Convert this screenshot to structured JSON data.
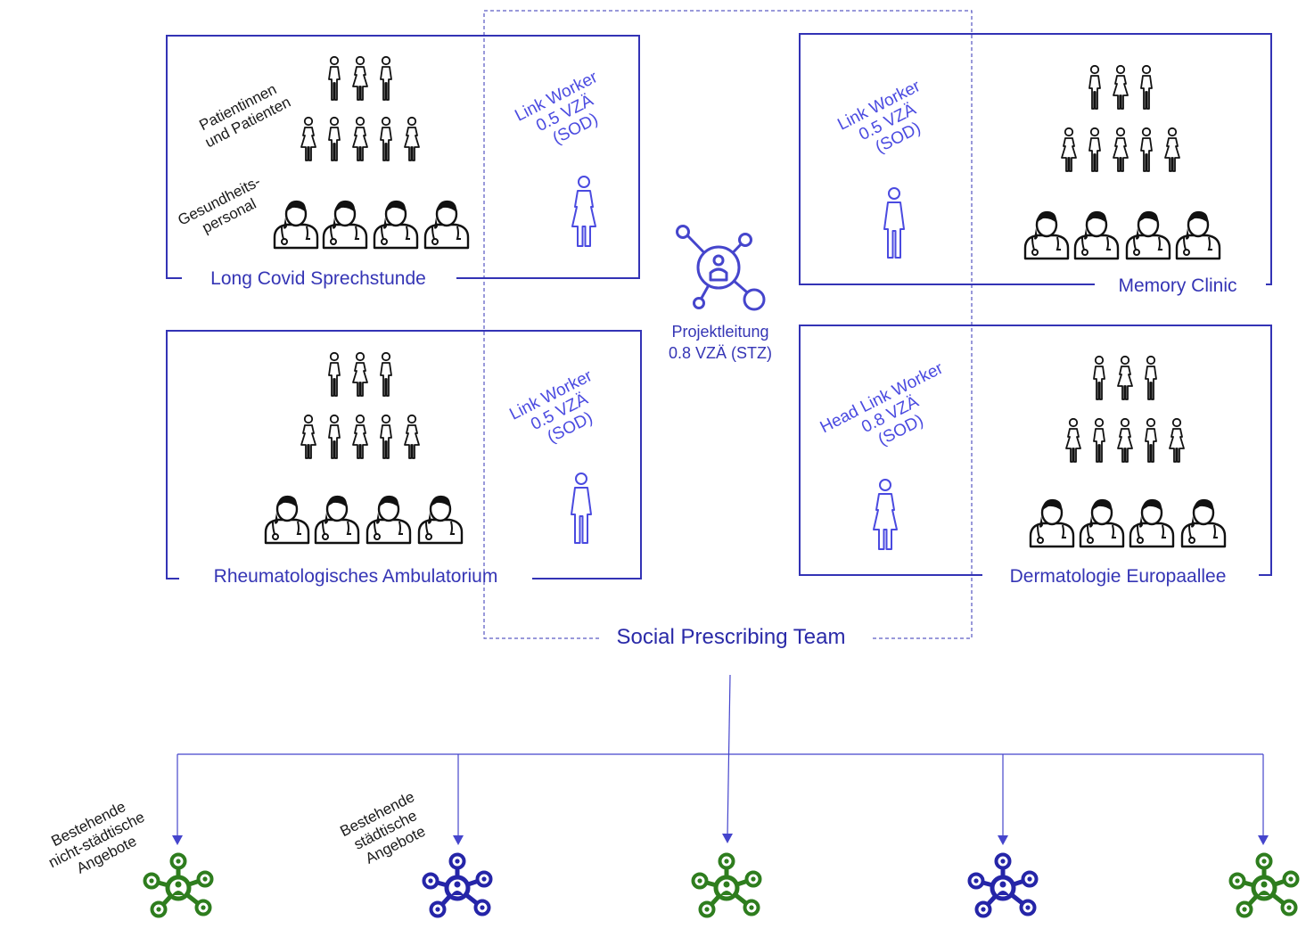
{
  "team": {
    "label": "Social Prescribing Team"
  },
  "project_lead": {
    "line1": "Projektleitung",
    "line2": "0.8 VZÄ (STZ)"
  },
  "clinics": [
    {
      "name": "Long Covid Sprechstunde",
      "worker": [
        "Link Worker",
        "0.5 VZÄ",
        "(SOD)"
      ],
      "patients_label": [
        "Patientinnen",
        "und Patienten"
      ],
      "staff_label": [
        "Gesundheits-",
        "personal"
      ]
    },
    {
      "name": "Memory Clinic",
      "worker": [
        "Link Worker",
        "0.5 VZÄ",
        "(SOD)"
      ]
    },
    {
      "name": "Rheumatologisches Ambulatorium",
      "worker": [
        "Link Worker",
        "0.5 VZÄ",
        "(SOD)"
      ]
    },
    {
      "name": "Dermatologie Europaallee",
      "worker": [
        "Head Link Worker",
        "0.8 VZÄ",
        "(SOD)"
      ]
    }
  ],
  "offers": [
    {
      "label": [
        "Bestehende",
        "nicht-städtische",
        "Angebote"
      ],
      "color": "#2e7d1e"
    },
    {
      "label": [
        "Bestehende",
        "städtische",
        "Angebote"
      ],
      "color": "#2525a8"
    },
    {
      "color": "#2e7d1e"
    },
    {
      "color": "#2525a8"
    },
    {
      "color": "#2e7d1e"
    }
  ],
  "colors": {
    "frame": "#3333b5",
    "link_worker": "#4a4ae0",
    "black": "#111111"
  },
  "icons": [
    "patient-female-icon",
    "patient-male-icon",
    "doctor-icon",
    "network-icon"
  ]
}
